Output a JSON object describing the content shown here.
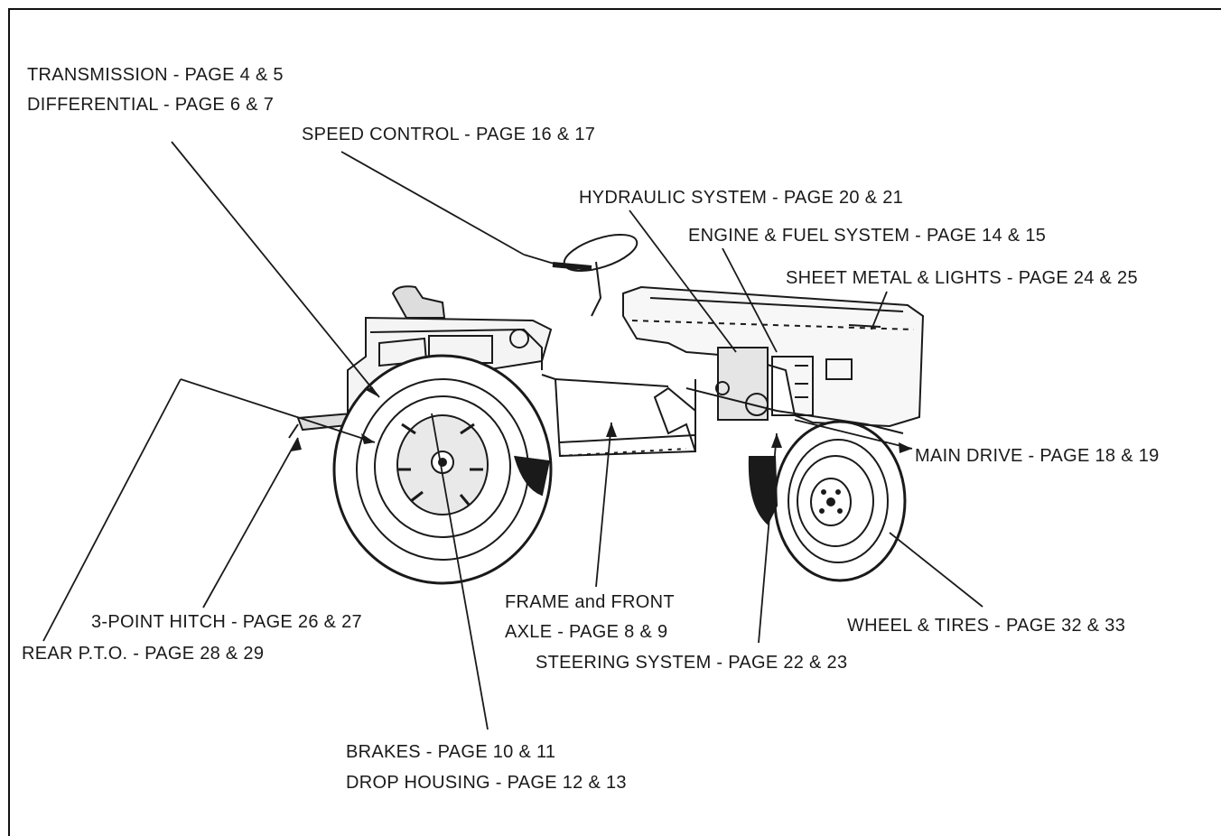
{
  "labels": {
    "transmission": "TRANSMISSION - PAGE 4 & 5",
    "differential": "DIFFERENTIAL - PAGE 6 & 7",
    "speed_control": "SPEED CONTROL - PAGE 16 & 17",
    "hydraulic_system": "HYDRAULIC SYSTEM - PAGE 20 & 21",
    "engine_fuel": "ENGINE & FUEL SYSTEM - PAGE 14 & 15",
    "sheet_metal": "SHEET METAL & LIGHTS - PAGE 24 & 25",
    "main_drive": "MAIN DRIVE - PAGE 18 & 19",
    "frame_front_line1": "FRAME and FRONT",
    "frame_front_line2": "AXLE - PAGE 8 & 9",
    "wheel_tires": "WHEEL & TIRES - PAGE 32 & 33",
    "steering": "STEERING SYSTEM - PAGE 22 & 23",
    "three_point": "3-POINT HITCH - PAGE 26 & 27",
    "rear_pto": "REAR P.T.O. - PAGE 28 & 29",
    "brakes": "BRAKES - PAGE 10 & 11",
    "drop_housing": "DROP HOUSING - PAGE 12 & 13"
  },
  "colors": {
    "ink": "#1a1a1a",
    "paper": "#ffffff"
  }
}
